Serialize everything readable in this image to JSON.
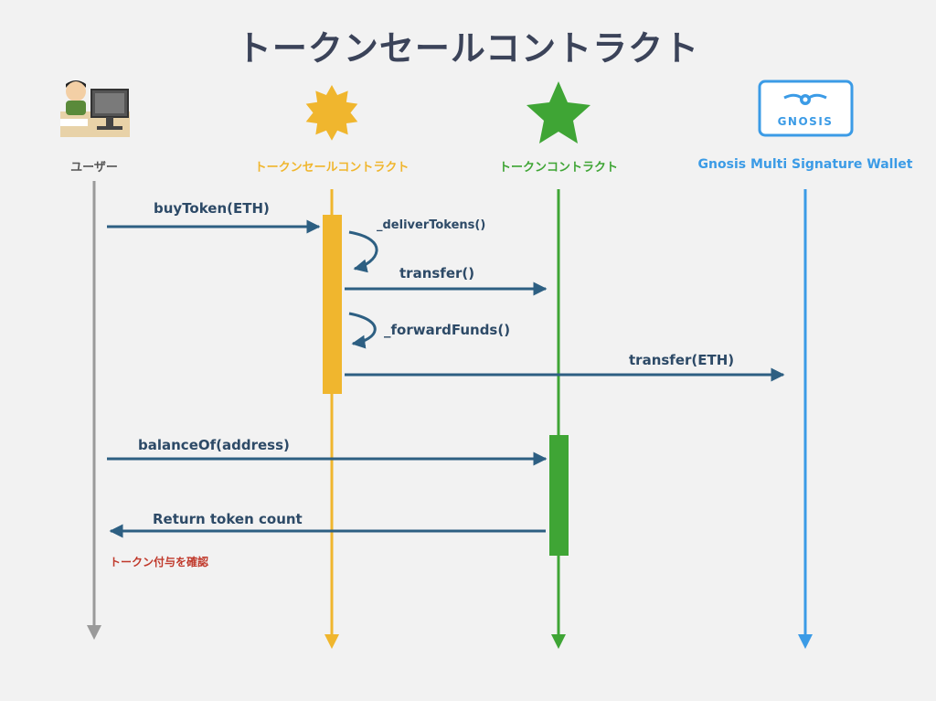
{
  "title": "トークンセールコントラクト",
  "actors": {
    "user": {
      "label": "ユーザー",
      "color": "#555555"
    },
    "sale": {
      "label": "トークンセールコントラクト",
      "color": "#f0b62e"
    },
    "token": {
      "label": "トークンコントラクト",
      "color": "#3fa535"
    },
    "wallet": {
      "label": "Gnosis Multi Signature Wallet",
      "color": "#3b9be6",
      "logo_text": "GNOSIS"
    }
  },
  "messages": {
    "buy": "buyToken(ETH)",
    "deliver": "_deliverTokens()",
    "transfer": "transfer()",
    "forward": "_forwardFunds()",
    "transfer_eth": "transfer(ETH)",
    "balance": "balanceOf(address)",
    "return": "Return token count"
  },
  "note": "トークン付与を確認",
  "colors": {
    "arrow": "#2d5f82",
    "title": "#3b4359",
    "note": "#c0392b"
  }
}
